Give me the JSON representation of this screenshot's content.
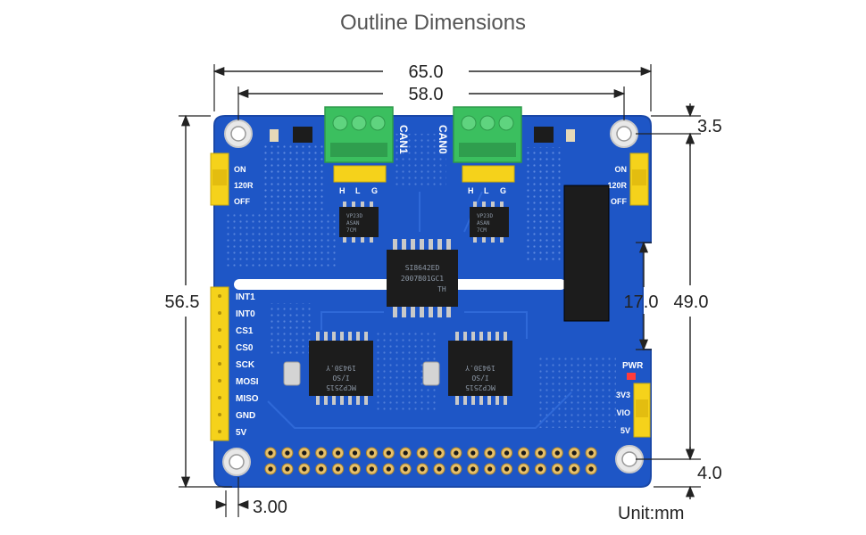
{
  "title": "Outline Dimensions",
  "unit_label": "Unit:mm",
  "dimensions": {
    "total_width": "65.0",
    "hole_spacing_x": "58.0",
    "total_height": "56.5",
    "hole_spacing_y": "49.0",
    "notch_height": "17.0",
    "top_hole_offset": "3.5",
    "bottom_hole_offset": "4.0",
    "left_hole_offset": "3.00"
  },
  "board": {
    "colors": {
      "pcb": "#1e56c6",
      "pcb_edge": "#1a48a8",
      "terminal": "#3bbf5f",
      "header_yellow": "#f5d21b",
      "chip": "#1c1c1c"
    },
    "connectors": [
      {
        "label": "CAN1",
        "pins": [
          "H",
          "L",
          "G"
        ]
      },
      {
        "label": "CAN0",
        "pins": [
          "H",
          "L",
          "G"
        ]
      }
    ],
    "left_jumper": [
      "ON",
      "120R",
      "OFF"
    ],
    "right_jumper": [
      "ON",
      "120R",
      "OFF"
    ],
    "spi_pins": [
      "INT1",
      "INT0",
      "CS1",
      "CS0",
      "SCK",
      "MOSI",
      "MISO",
      "GND",
      "5V"
    ],
    "power_label": "PWR",
    "voltage_select": [
      "3V3",
      "VIO",
      "5V"
    ],
    "isolator_chip": [
      "SI8642ED",
      "2007B01GC1",
      "TH"
    ],
    "controller_chips": [
      {
        "lines": [
          "19430.Y",
          "I/SO",
          "MCP2515"
        ]
      },
      {
        "lines": [
          "19430.Y",
          "I/SO",
          "MCP2515"
        ]
      }
    ],
    "transceiver_chips": [
      {
        "lines": [
          "VP23D",
          "ASAN",
          "7CM"
        ]
      },
      {
        "lines": [
          "VP23D",
          "ASAN",
          "7CM"
        ]
      }
    ]
  }
}
